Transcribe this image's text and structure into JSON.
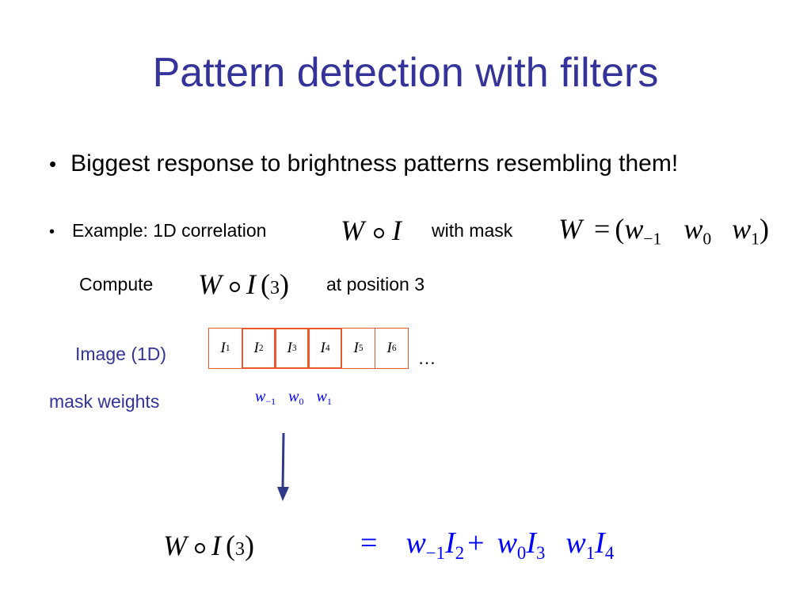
{
  "slide": {
    "title": "Pattern detection with filters",
    "bullet_symbol": "•",
    "bullet1": "Biggest response to brightness patterns resembling them!",
    "bullet2": {
      "prefix": "Example: 1D  correlation",
      "with_mask": "with mask"
    },
    "compute": {
      "label": "Compute",
      "suffix": "at position 3"
    },
    "image_label": "Image (1D)",
    "mask_label": "mask weights",
    "ellipsis": "…",
    "math": {
      "W": "W",
      "I": "I",
      "w": "w",
      "eq": "=",
      "lparen": "(",
      "rparen": ")",
      "plus": "+",
      "three": "3",
      "sub_m1": "−1",
      "sub_0": "0",
      "sub_1": "1",
      "sub_2": "2",
      "sub_3": "3",
      "sub_4": "4"
    },
    "cells": [
      {
        "sym": "I",
        "sub": "1"
      },
      {
        "sym": "I",
        "sub": "2"
      },
      {
        "sym": "I",
        "sub": "3"
      },
      {
        "sym": "I",
        "sub": "4"
      },
      {
        "sym": "I",
        "sub": "5"
      },
      {
        "sym": "I",
        "sub": "6"
      }
    ],
    "mask_weights": [
      {
        "sym": "w",
        "sub": "−1"
      },
      {
        "sym": "w",
        "sub": "0"
      },
      {
        "sym": "w",
        "sub": "1"
      }
    ],
    "colors": {
      "title": "#333399",
      "formula_blue": "#0000ff",
      "cell_border": "#e8582c",
      "arrow": "#2e3a87"
    }
  }
}
